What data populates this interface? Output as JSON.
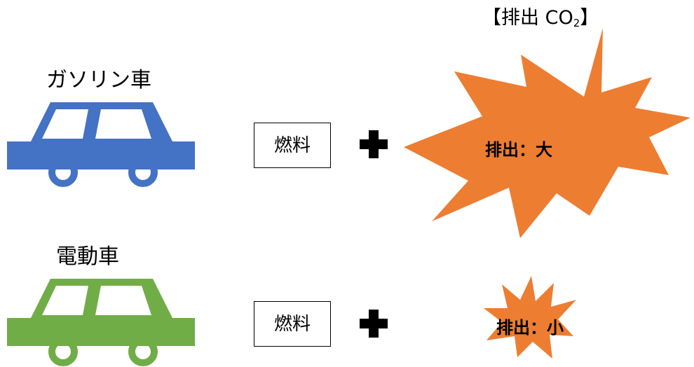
{
  "colors": {
    "gasoline_car": "#4472C4",
    "electric_car": "#70AD47",
    "burst": "#ED7D31",
    "plus": "#000000"
  },
  "emission_header": {
    "open_bracket": "【",
    "word": "排出",
    "co": "CO",
    "subscript": "2",
    "close_bracket": "】"
  },
  "rows": [
    {
      "car_label": "ガソリン車",
      "car_icon": "car-icon",
      "fuel_label": "燃料",
      "operator_icon": "plus-icon",
      "emission_label": "排出：大"
    },
    {
      "car_label": "電動車",
      "car_icon": "car-icon",
      "fuel_label": "燃料",
      "operator_icon": "plus-icon",
      "emission_label": "排出：小"
    }
  ]
}
